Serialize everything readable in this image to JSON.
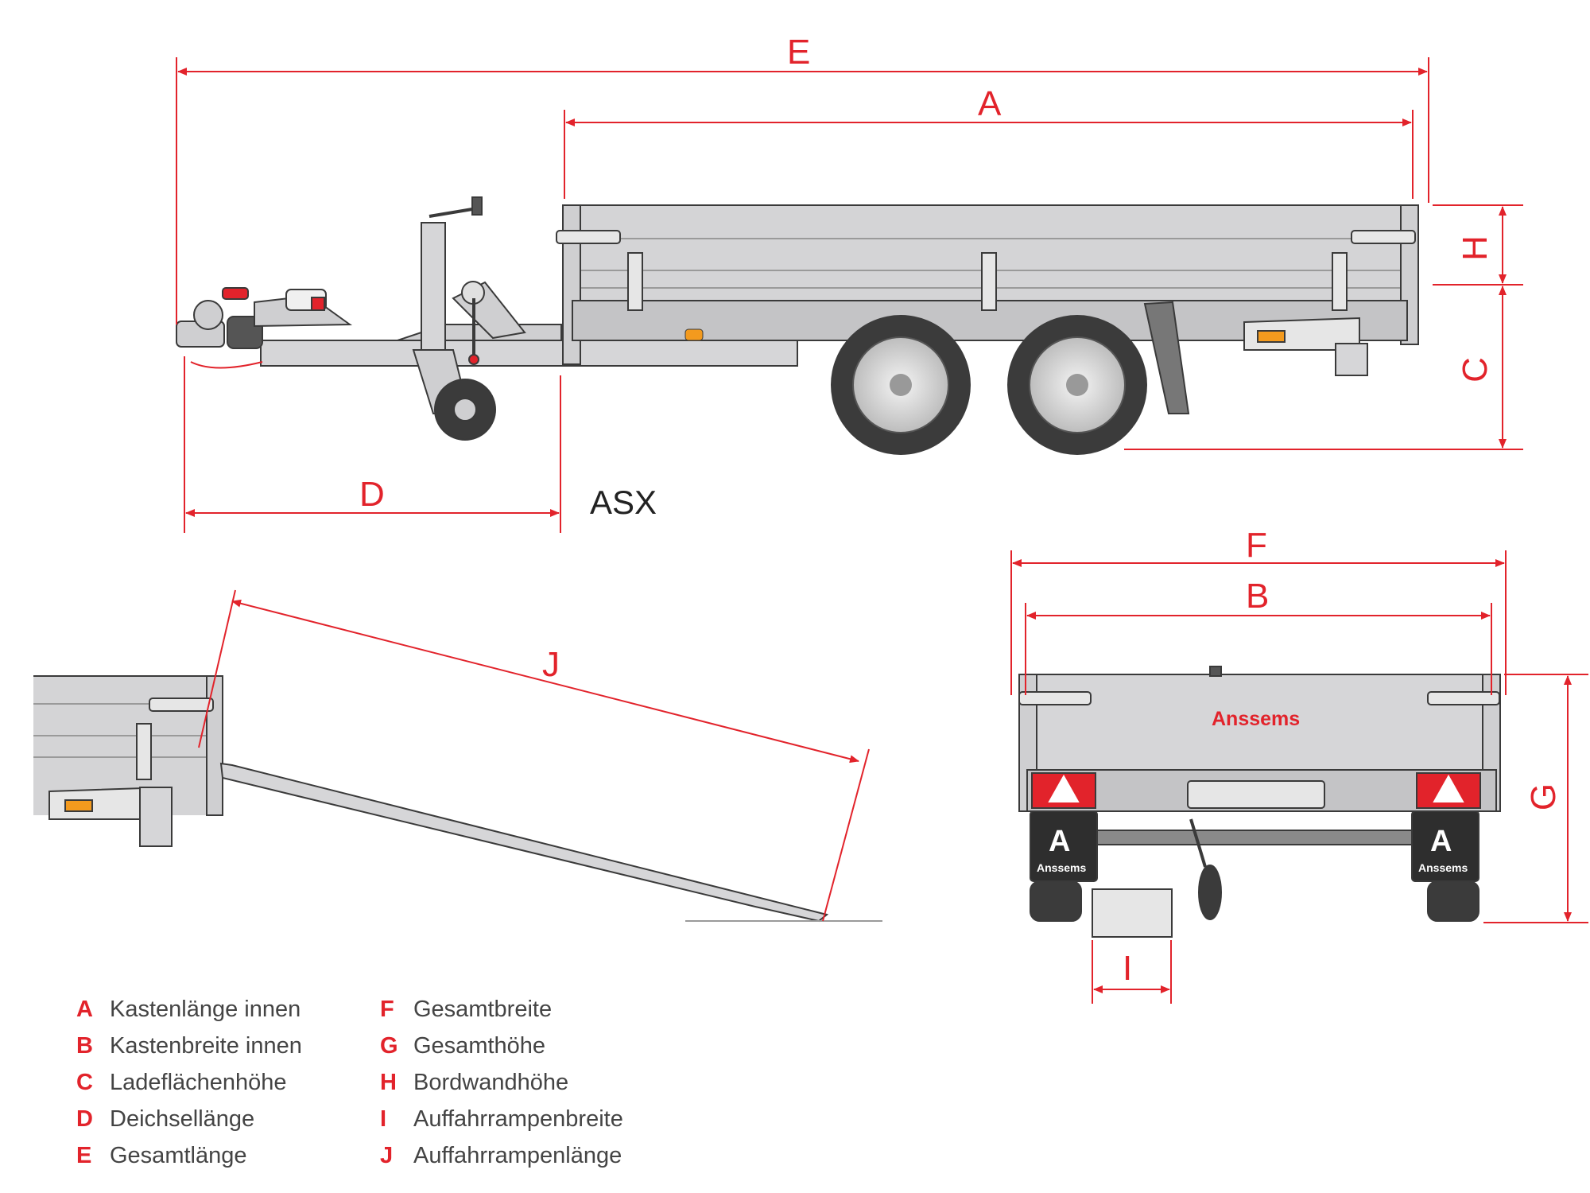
{
  "model": "ASX",
  "brand": {
    "name": "Anssems",
    "mudflap_letter": "A",
    "mudflap_brand": "Anssems"
  },
  "dimension_labels": {
    "A": "A",
    "B": "B",
    "C": "C",
    "D": "D",
    "E": "E",
    "F": "F",
    "G": "G",
    "H": "H",
    "I": "I",
    "J": "J"
  },
  "legend": {
    "col1": [
      {
        "letter": "A",
        "text": "Kastenlänge innen"
      },
      {
        "letter": "B",
        "text": "Kastenbreite innen"
      },
      {
        "letter": "C",
        "text": "Ladeflächenhöhe"
      },
      {
        "letter": "D",
        "text": "Deichsellänge"
      },
      {
        "letter": "E",
        "text": "Gesamtlänge"
      }
    ],
    "col2": [
      {
        "letter": "F",
        "text": "Gesamtbreite"
      },
      {
        "letter": "G",
        "text": "Gesamthöhe"
      },
      {
        "letter": "H",
        "text": "Bordwandhöhe"
      },
      {
        "letter": "I",
        "text": "Auffahrrampenbreite"
      },
      {
        "letter": "J",
        "text": "Auffahrrampenlänge"
      }
    ]
  },
  "colors": {
    "dimension": "#e2232b",
    "body": "#d4d4d6",
    "body_dark": "#a9a9ab",
    "frame": "#bcbcbe",
    "outline": "#3a3a3a",
    "tire": "#3b3b3b",
    "reflector": "#f39a1e",
    "legend_text": "#444444"
  }
}
